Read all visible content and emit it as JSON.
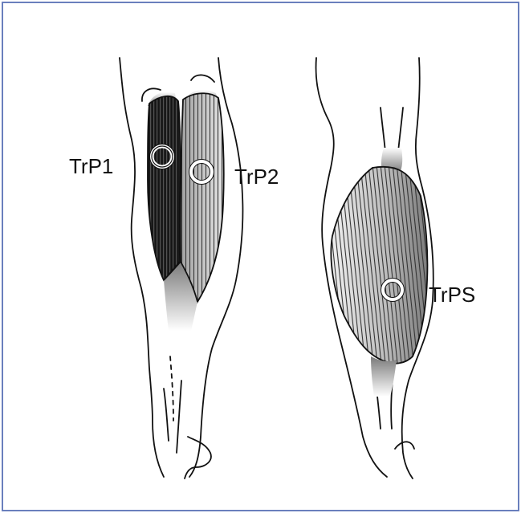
{
  "labels": {
    "trp1": "TrP1",
    "trp2": "TrP2",
    "trps": "TrPS"
  },
  "colors": {
    "border": "#6a7fbd",
    "outline": "#111111",
    "muscle_dark": "#2e2e2e",
    "muscle_light": "#e8e8e8"
  }
}
